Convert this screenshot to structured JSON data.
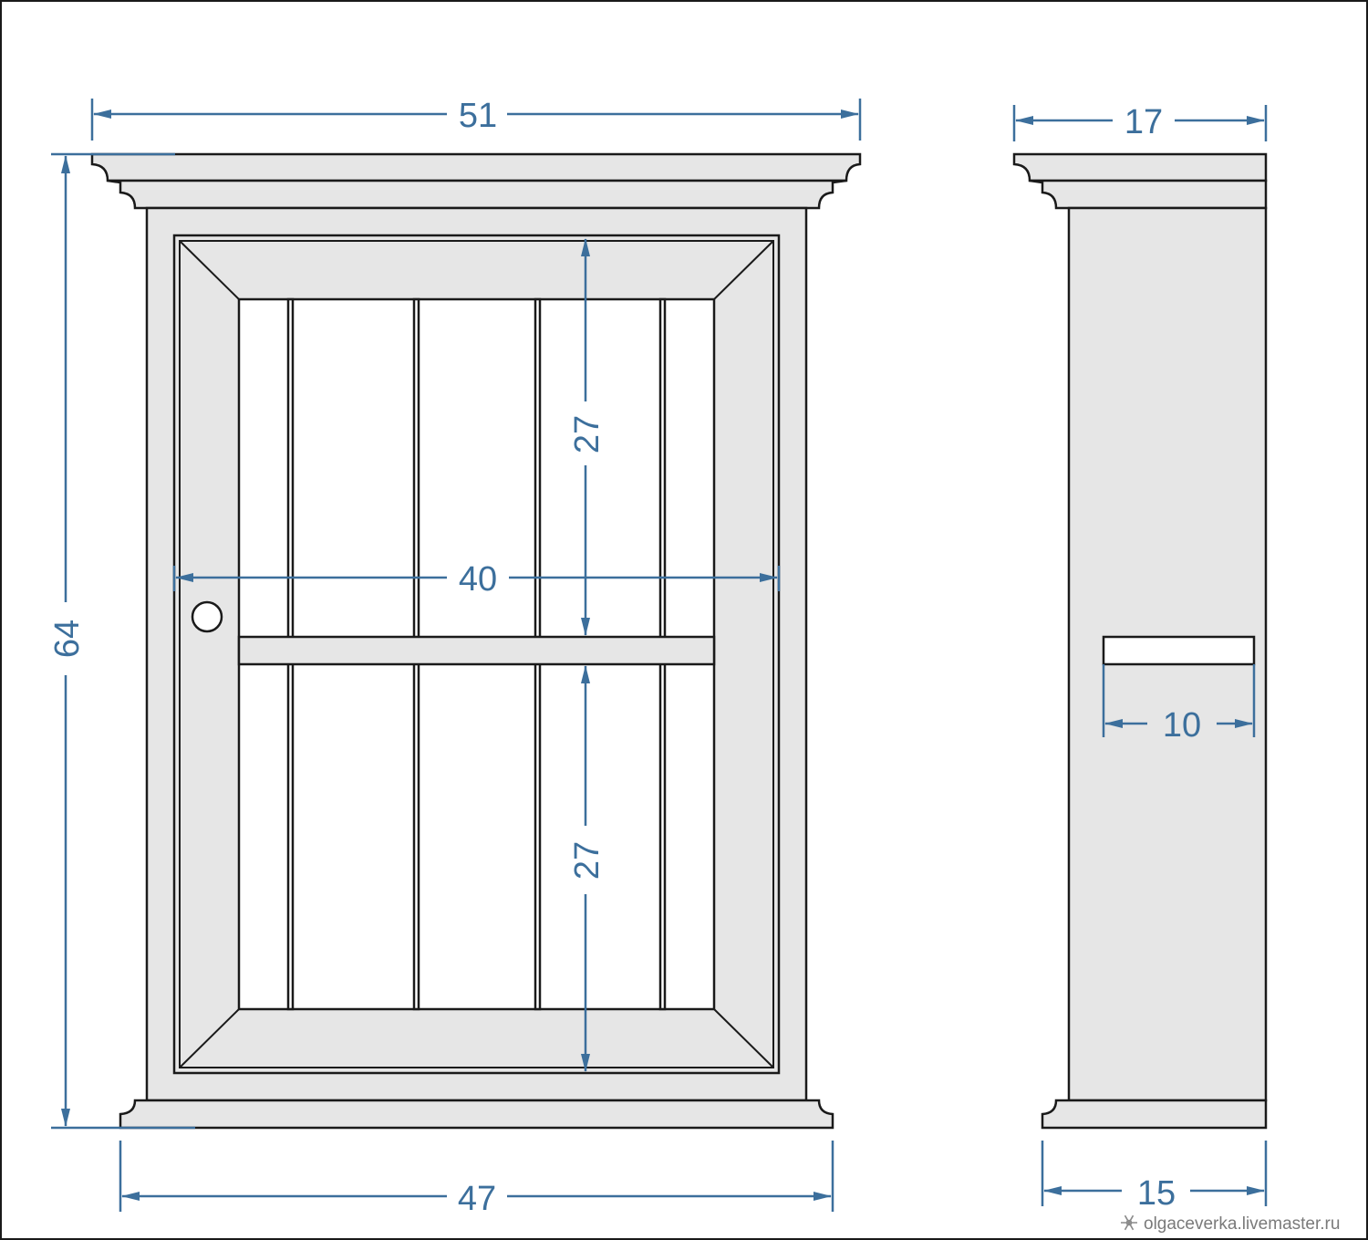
{
  "colors": {
    "dimension": "#3c6f9c",
    "outline": "#1a1a1a",
    "fill": "#e6e6e6",
    "background": "#ffffff"
  },
  "dimensions": {
    "overall_width_top": "51",
    "overall_height": "64",
    "base_width": "47",
    "inner_width": "40",
    "upper_section_height": "27",
    "lower_section_height": "27",
    "side_top_depth": "17",
    "side_base_depth": "15",
    "shelf_depth": "10"
  },
  "watermark": {
    "icon": "snowflake-icon",
    "text": "olgaceverka.livemaster.ru"
  }
}
